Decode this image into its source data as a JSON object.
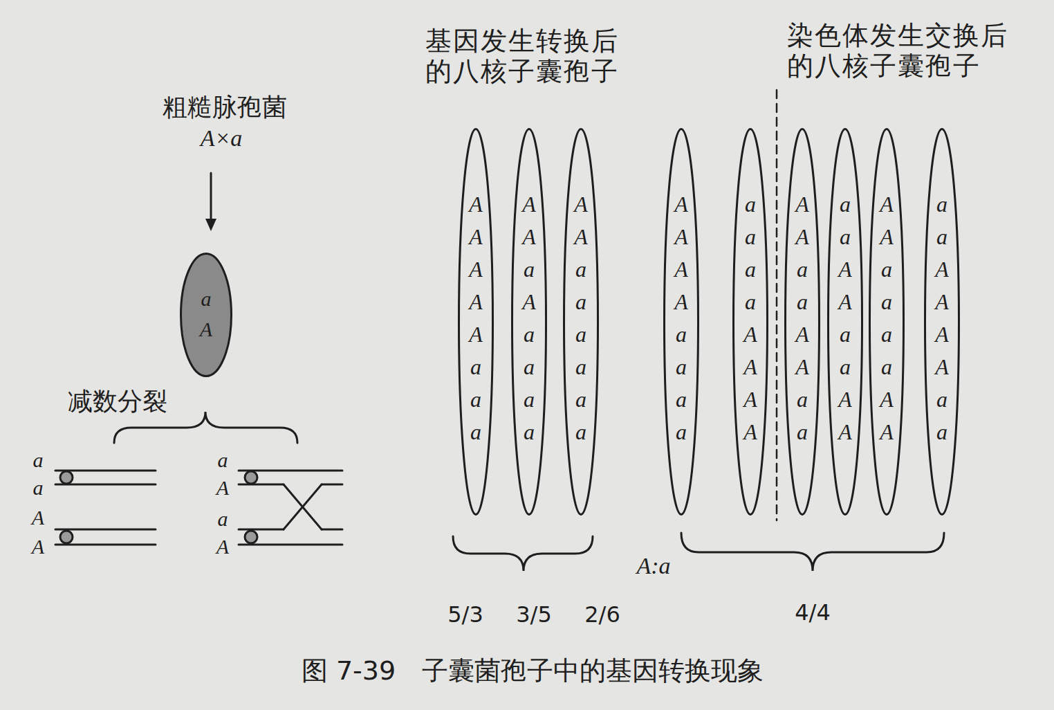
{
  "diagram": {
    "caption": "图 7-39　子囊菌孢子中的基因转换现象",
    "nodes": [
      {
        "text": [
          "a",
          "A"
        ]
      },
      {
        "text": [
          "A",
          "A",
          "A",
          "A",
          "A",
          "a",
          "a",
          "a"
        ]
      },
      {
        "text": [
          "A",
          "A",
          "a",
          "A",
          "a",
          "a",
          "a",
          "a"
        ]
      },
      {
        "text": [
          "A",
          "A",
          "a",
          "a",
          "a",
          "a",
          "a",
          "a"
        ]
      },
      {
        "text": [
          "A",
          "A",
          "A",
          "A",
          "a",
          "a",
          "a",
          "a"
        ]
      },
      {
        "text": [
          "a",
          "a",
          "a",
          "a",
          "A",
          "A",
          "A",
          "A"
        ]
      },
      {
        "text": [
          "A",
          "A",
          "a",
          "a",
          "A",
          "A",
          "a",
          "a"
        ]
      },
      {
        "text": [
          "a",
          "a",
          "A",
          "A",
          "a",
          "a",
          "A",
          "A"
        ]
      },
      {
        "text": [
          "A",
          "A",
          "a",
          "a",
          "a",
          "a",
          "A",
          "A"
        ]
      },
      {
        "text": [
          "a",
          "a",
          "A",
          "A",
          "A",
          "A",
          "a",
          "a"
        ]
      }
    ],
    "labels": [
      "粗糙脉孢菌",
      "A×a",
      "减数分裂",
      "a",
      "a",
      "A",
      "A",
      "a",
      "A",
      "a",
      "A",
      "基因发生转换后 的八核子囊孢子",
      "染色体发生交换后 的八核子囊孢子",
      "5/3",
      "3/5",
      "2/6",
      "A:a",
      "4/4"
    ]
  }
}
